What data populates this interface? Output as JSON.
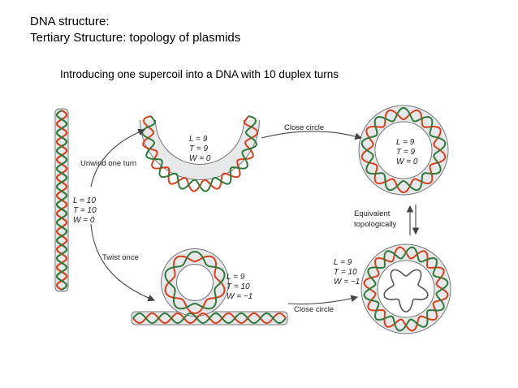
{
  "header": {
    "title_line1": "DNA structure:",
    "title_line2": "Tertiary  Structure: topology of plasmids",
    "subtitle": "Introducing one supercoil into a DNA with 10 duplex turns"
  },
  "colors": {
    "strand_red": "#d9401e",
    "strand_green": "#2f7a3a",
    "tube_fill": "#e6e8ea",
    "tube_stroke": "#777777",
    "arrow": "#444444"
  },
  "states": {
    "linear": {
      "l": "L = 10",
      "t": "T = 10",
      "w": "W = 0"
    },
    "unwound": {
      "l": "L = 9",
      "t": "T = 9",
      "w": "W = 0"
    },
    "relaxed_circle": {
      "l": "L = 9",
      "t": "T = 9",
      "w": "W = 0"
    },
    "twisted": {
      "l": "L = 9",
      "t": "T = 10",
      "w": "W = −1"
    },
    "supercoiled": {
      "l": "L = 9",
      "t": "T = 10",
      "w": "W = −1"
    }
  },
  "arrows": {
    "unwind": "Unwind one turn",
    "twist": "Twist once",
    "close_top": "Close circle",
    "close_bottom": "Close circle",
    "equivalent_line1": "Equivalent",
    "equivalent_line2": "topologically"
  }
}
